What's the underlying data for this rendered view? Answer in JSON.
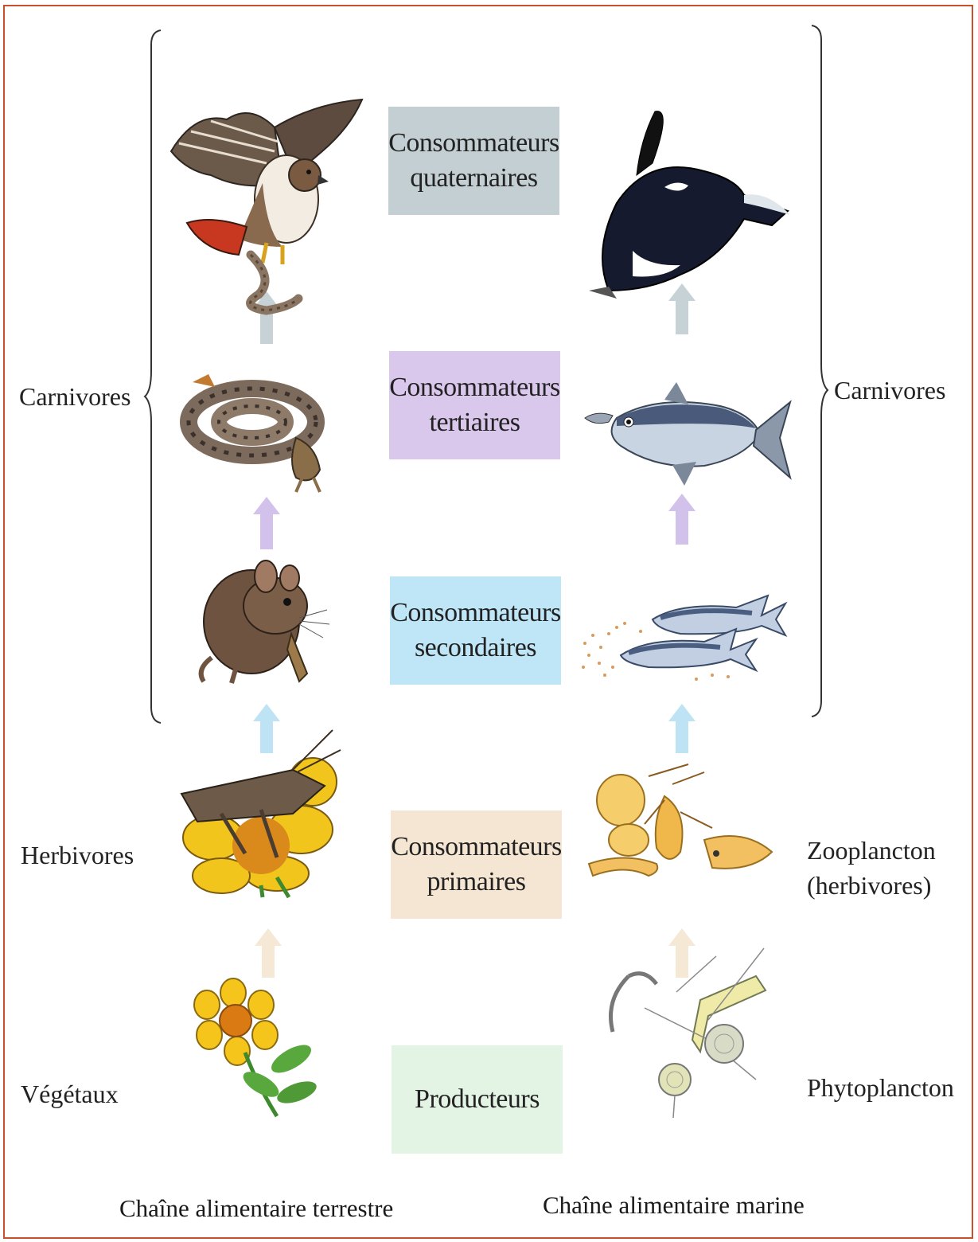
{
  "levels": [
    {
      "id": "quaternary",
      "line1": "Consommateurs",
      "line2": "quaternaires",
      "color": "#c4cfd3",
      "arrow_color": "#c7d2d6"
    },
    {
      "id": "tertiary",
      "line1": "Consommateurs",
      "line2": "tertiaires",
      "color": "#d9c7ec",
      "arrow_color": "#d2c1ea"
    },
    {
      "id": "secondary",
      "line1": "Consommateurs",
      "line2": "secondaires",
      "color": "#bfe6f6",
      "arrow_color": "#bde3f4"
    },
    {
      "id": "primary",
      "line1": "Consommateurs",
      "line2": "primaires",
      "color": "#f5e6d3",
      "arrow_color": "#f5e9d6"
    },
    {
      "id": "producers",
      "line1": "Producteurs",
      "line2": "",
      "color": "#e3f4e4"
    }
  ],
  "left_labels": {
    "carnivores": "Carnivores",
    "herbivores": "Herbivores",
    "vegetaux": "Végétaux"
  },
  "right_labels": {
    "carnivores": "Carnivores",
    "zooplancton_1": "Zooplancton",
    "zooplancton_2": "(herbivores)",
    "phytoplancton": "Phytoplancton"
  },
  "captions": {
    "terrestrial": "Chaîne alimentaire terrestre",
    "marine": "Chaîne alimentaire marine"
  },
  "colors": {
    "frame": "#c8502a"
  },
  "organisms": {
    "terrestrial": [
      "hawk-icon",
      "snake-icon",
      "mouse-icon",
      "grasshopper-icon",
      "flower-icon"
    ],
    "marine": [
      "orca-icon",
      "tuna-icon",
      "herring-icon",
      "zooplankton-icon",
      "phytoplankton-icon"
    ]
  }
}
